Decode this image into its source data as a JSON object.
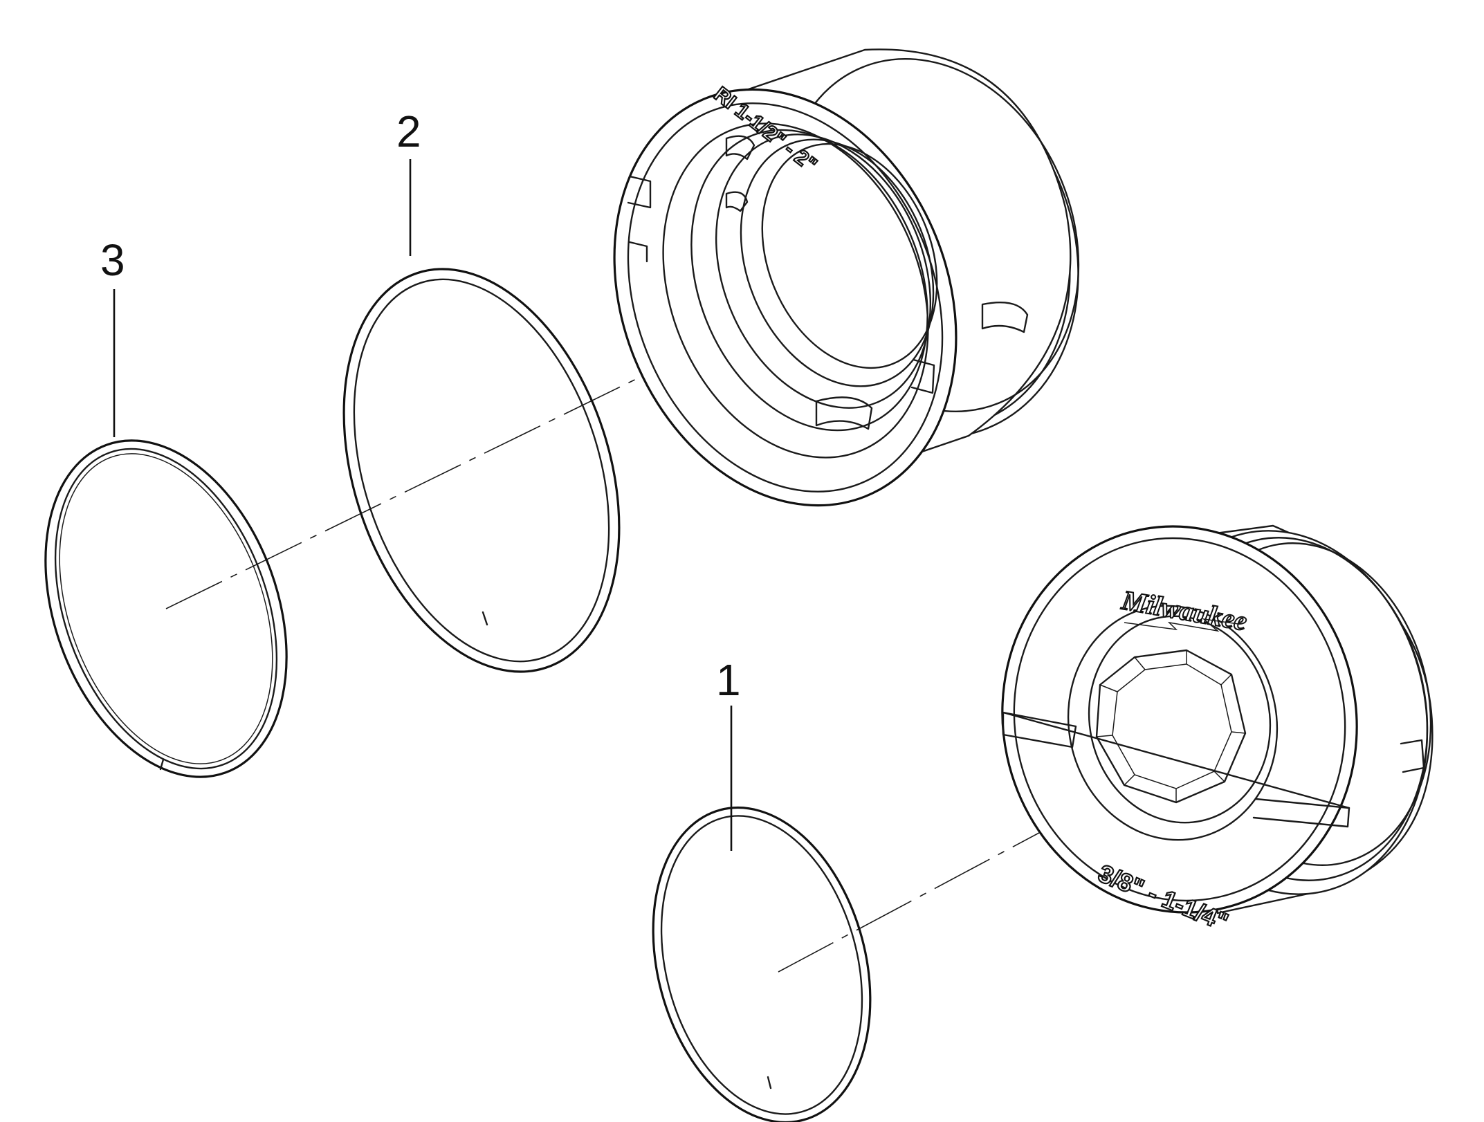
{
  "callouts": {
    "part1": "1",
    "part2": "2",
    "part3": "3"
  },
  "labels": {
    "upper_die_marking": "RI 1-1/2\" - 2\"",
    "lower_die_marking": "3/8\" - 1-1/4\"",
    "brand_logo": "Milwaukee"
  },
  "colors": {
    "line": "#1a1a1a",
    "background": "#ffffff"
  }
}
